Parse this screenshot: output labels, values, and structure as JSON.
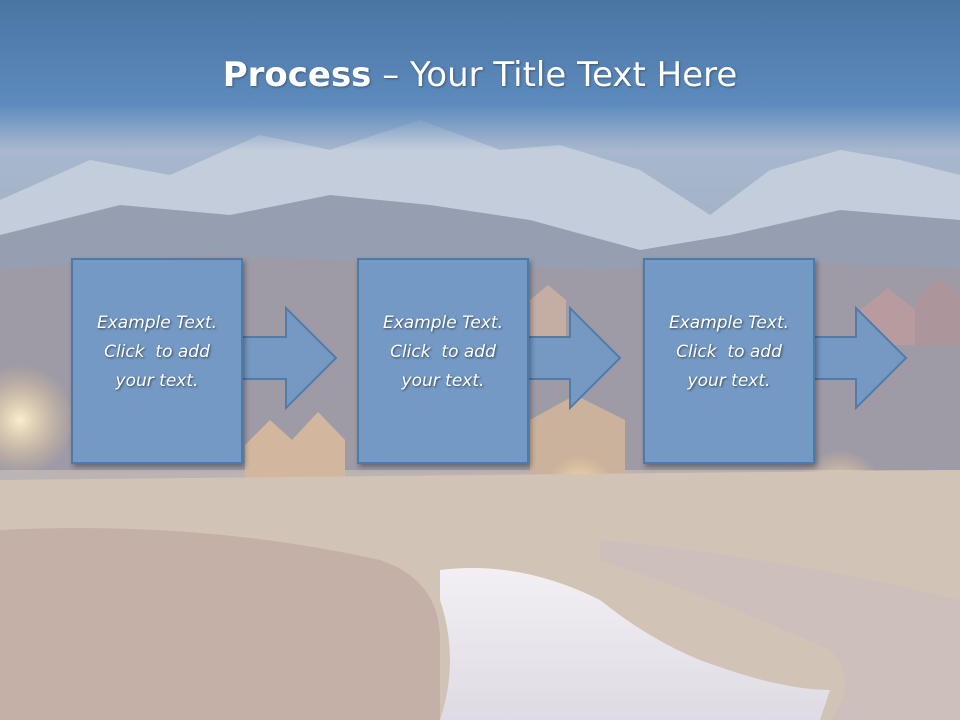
{
  "slide": {
    "title_bold": "Process",
    "title_rest": " – Your Title Text Here"
  },
  "colors": {
    "box_fill": "#7399c4",
    "box_border": "#4d7aa9",
    "title_band": "#5d8bbd"
  },
  "steps": [
    {
      "line1": "Example Text.",
      "line2": "Click  to add",
      "line3": "your text."
    },
    {
      "line1": "Example Text.",
      "line2": "Click  to add",
      "line3": "your text."
    },
    {
      "line1": "Example Text.",
      "line2": "Click  to add",
      "line3": "your text."
    }
  ]
}
